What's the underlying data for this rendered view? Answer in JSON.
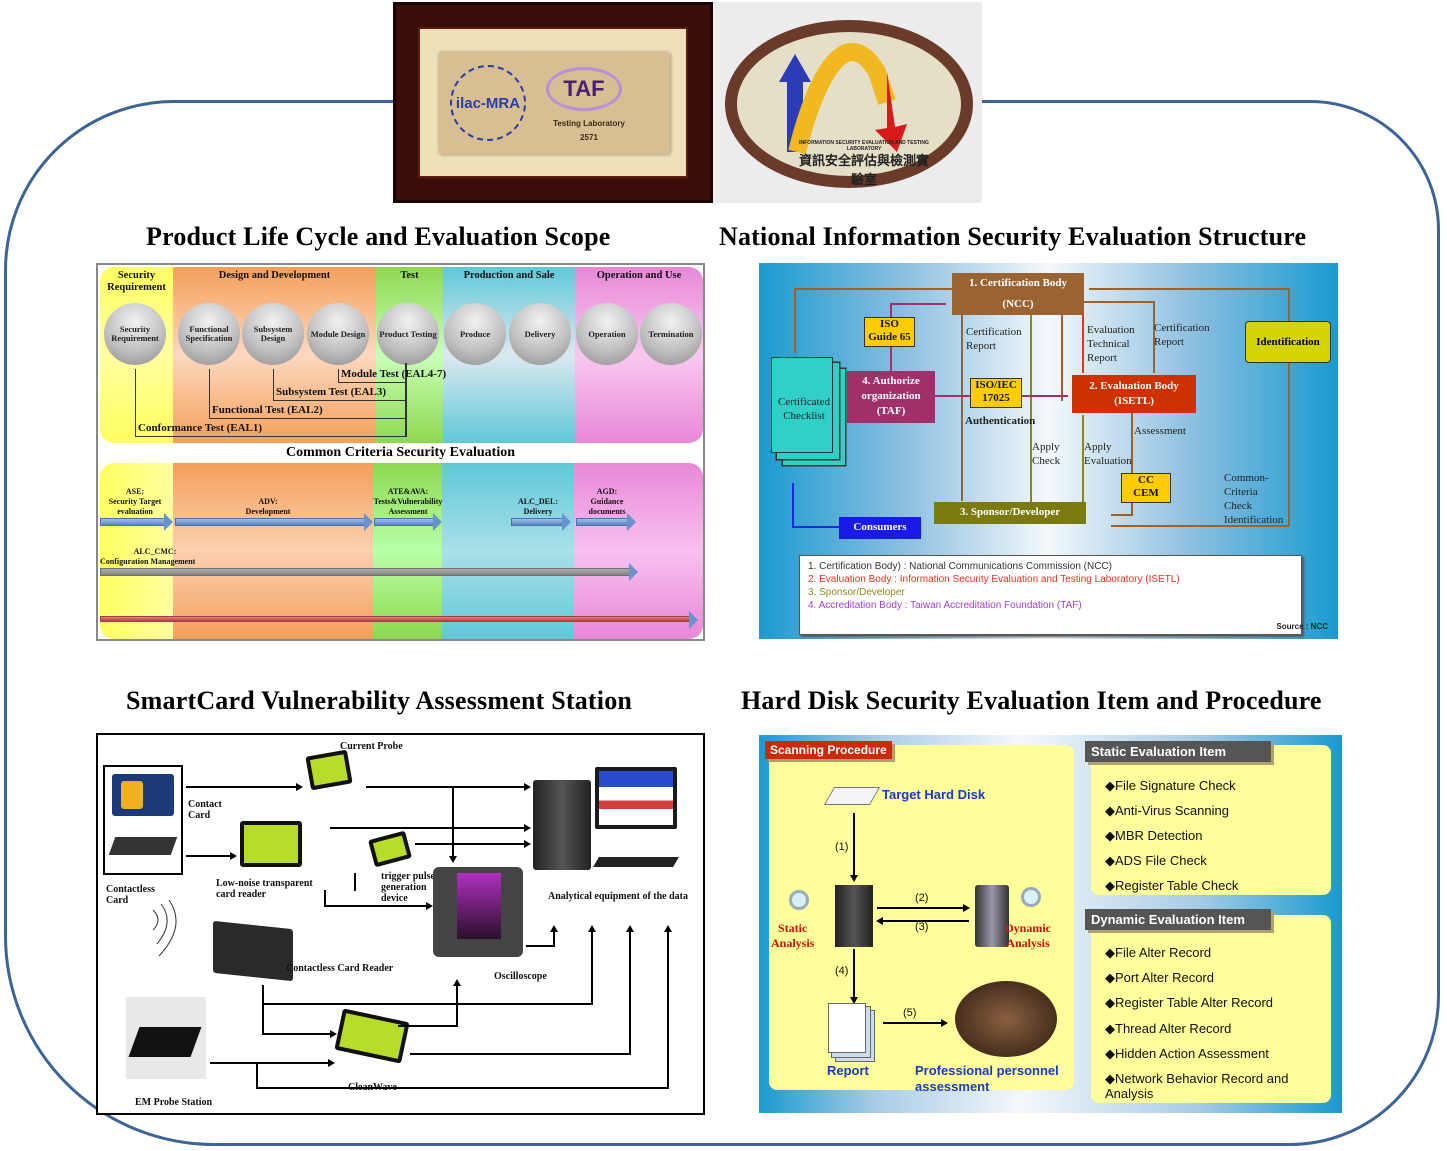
{
  "header": {
    "left_plaque": {
      "ilac_text": "ilac-MRA",
      "taf_text": "TAF",
      "lab_line1": "Testing Laboratory",
      "lab_line2": "2571"
    },
    "right_plaque": {
      "english": "INFORMATION SECURITY EVALUATION AND TESTING LABORATORY",
      "chinese": "資訊安全評估與檢測實驗室"
    }
  },
  "panels": {
    "lifecycle": {
      "title": "Product Life Cycle and Evaluation Scope",
      "phases": [
        "Security Requirement",
        "Design and Development",
        "Test",
        "Production and Sale",
        "Operation and Use"
      ],
      "spheres": [
        "Security Requirement",
        "Functional Specification",
        "Subsystem Design",
        "Module Design",
        "Product Testing",
        "Produce",
        "Delivery",
        "Operation",
        "Termination"
      ],
      "tests": [
        "Module Test (EAL4-7)",
        "Subsystem Test (EAL3)",
        "Functional Test (EAL2)",
        "Conformance Test (EAL1)"
      ],
      "cc_title": "Common Criteria Security Evaluation",
      "cc_items": [
        {
          "code": "ASE:",
          "desc": "Security Target evaluation"
        },
        {
          "code": "ADV:",
          "desc": "Development"
        },
        {
          "code": "ATE&AVA:",
          "desc": "Tests&Vulnerability Assessment"
        },
        {
          "code": "ALC_DEL:",
          "desc": "Delivery"
        },
        {
          "code": "AGD:",
          "desc": "Guidance documents"
        },
        {
          "code": "ALC_CMC:",
          "desc": "Configuration Management"
        }
      ]
    },
    "structure": {
      "title": "National Information Security Evaluation Structure",
      "cert_body": {
        "line1": "1. Certification Body",
        "line2": "(NCC)"
      },
      "eval_body": {
        "line1": "2. Evaluation Body",
        "line2": "(ISETL)"
      },
      "sponsor": "3. Sponsor/Developer",
      "authorize": {
        "line1": "4. Authorize",
        "line2": "organization",
        "line3": "(TAF)"
      },
      "consumers": "Consumers",
      "checklist": {
        "line1": "Certificated",
        "line2": "Checklist"
      },
      "identification": "Identification",
      "notes": {
        "iso65": {
          "line1": "ISO",
          "line2": "Guide 65"
        },
        "iso17025": {
          "line1": "ISO/IEC",
          "line2": "17025"
        },
        "cc_cem": {
          "line1": "CC",
          "line2": "CEM"
        }
      },
      "labels": {
        "cert_report_left": {
          "line1": "Certification",
          "line2": "Report"
        },
        "eval_tech_report": {
          "line1": "Evaluation",
          "line2": "Technical",
          "line3": "Report"
        },
        "cert_report_right": {
          "line1": "Certification",
          "line2": "Report"
        },
        "authentication": "Authentication",
        "apply_check": {
          "line1": "Apply",
          "line2": "Check"
        },
        "apply_evaluation": {
          "line1": "Apply",
          "line2": "Evaluation"
        },
        "assessment": "Assessment",
        "cc_check": {
          "line1": "Common-",
          "line2": "Criteria",
          "line3": "Check",
          "line4": "Identification"
        }
      },
      "legend": [
        {
          "text": "1. Certification Body) :  National Communications Commission (NCC)",
          "color": "#333333"
        },
        {
          "text": "2. Evaluation Body : Information Security Evaluation and Testing Laboratory (ISETL)",
          "color": "#e8321e"
        },
        {
          "text": "3. Sponsor/Developer",
          "color": "#8a8a1a"
        },
        {
          "text": "4. Accreditation Body : Taiwan Accreditation Foundation (TAF)",
          "color": "#a040d0"
        }
      ],
      "source": "Source : NCC"
    },
    "smartcard": {
      "title": "SmartCard Vulnerability Assessment Station",
      "labels": {
        "current_probe": "Current  Probe",
        "contact_card": {
          "line1": "Contact",
          "line2": "Card"
        },
        "contactless_card": {
          "line1": "Contactless",
          "line2": "Card"
        },
        "card_reader": {
          "line1": "Low-noise transparent",
          "line2": "card reader"
        },
        "trigger": {
          "line1": "trigger pulse",
          "line2": "generation",
          "line3": "device"
        },
        "analytical": "Analytical  equipment  of the data",
        "contactless_reader": "Contactless Card  Reader",
        "oscilloscope": "Oscilloscope",
        "cleanwave": "CleanWave",
        "em_probe": "EM Probe  Station"
      }
    },
    "harddisk": {
      "title": "Hard Disk Security Evaluation Item and Procedure",
      "scanning_header": "Scanning Procedure",
      "target": "Target Hard Disk",
      "static_analysis": {
        "line1": "Static",
        "line2": "Analysis"
      },
      "dynamic_analysis": {
        "line1": "Dynamic",
        "line2": "Analysis"
      },
      "report": "Report",
      "professional": {
        "line1": "Professional  personnel",
        "line2": "assessment"
      },
      "steps": [
        "(1)",
        "(2)",
        "(3)",
        "(4)",
        "(5)"
      ],
      "static_header": "Static Evaluation Item",
      "static_items": [
        "File Signature Check",
        "Anti-Virus Scanning",
        "MBR Detection",
        "ADS File Check",
        "Register Table Check"
      ],
      "dynamic_header": "Dynamic Evaluation Item",
      "dynamic_items": [
        "File Alter Record",
        "Port Alter Record",
        "Register Table Alter Record",
        "Thread Alter Record",
        "Hidden Action Assessment",
        "Network Behavior Record and Analysis"
      ],
      "bullet": "◆"
    }
  }
}
